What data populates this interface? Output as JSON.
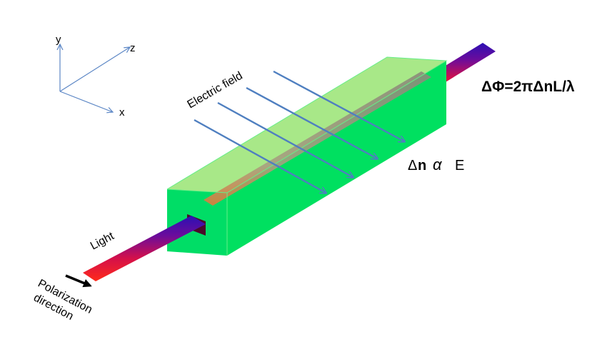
{
  "axes": {
    "y_label": "y",
    "z_label": "z",
    "x_label": "x",
    "color": "#5b86c5"
  },
  "labels": {
    "electric_field": "Electric field",
    "light": "Light",
    "polarization_line1": "Polarization",
    "polarization_line2": "direction",
    "phase_equation": "ΔΦ=2πΔnL/λ",
    "delta": "Δ",
    "n": "n",
    "alpha": "α",
    "E": "E"
  },
  "colors": {
    "crystal_front": "#00dd66",
    "crystal_top": "#a8e888",
    "crystal_right": "#00e060",
    "field_arrow": "#4f7fc0",
    "beam_start": "#ff2020",
    "beam_end": "#3010b0"
  }
}
